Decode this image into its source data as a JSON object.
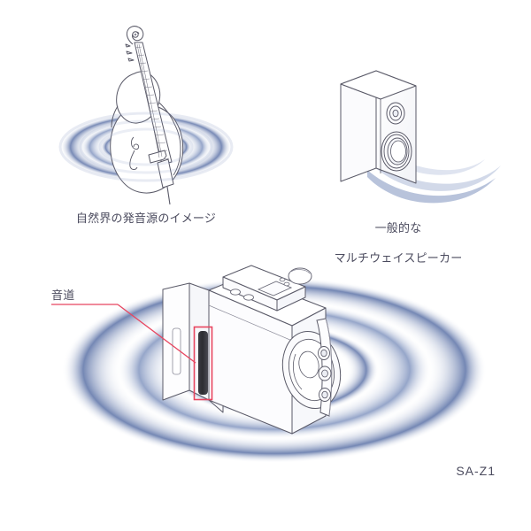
{
  "figure": {
    "title": "SA-Z1 sound propagation illustration",
    "background_color": "#ffffff",
    "text_color": "#4b4b5e",
    "ripple_color": "#6b7fae",
    "callout_color": "#e8455f",
    "outline_color": "#5a5a68"
  },
  "panels": {
    "natural_source": {
      "caption": "自然界の発音源のイメージ",
      "subject": "double-bass",
      "ripple_rings": 4
    },
    "multiway_speaker": {
      "caption_line1": "一般的な",
      "caption_line2": "マルチウェイスピーカー",
      "subject": "two-way bookshelf speaker",
      "drivers": [
        "tweeter",
        "woofer"
      ],
      "ripple_arcs": 3
    },
    "sa_z1": {
      "model_label": "SA-Z1",
      "callout_label": "音道",
      "callout_target": "vertical sound-path port slot",
      "ripple_rings": 3,
      "top_panel_controls": [
        "button",
        "button",
        "display",
        "indicator",
        "indicator",
        "rotary-knob"
      ],
      "front_drivers": [
        "large woofer",
        "mid driver",
        "mid driver",
        "tweeter"
      ]
    }
  }
}
